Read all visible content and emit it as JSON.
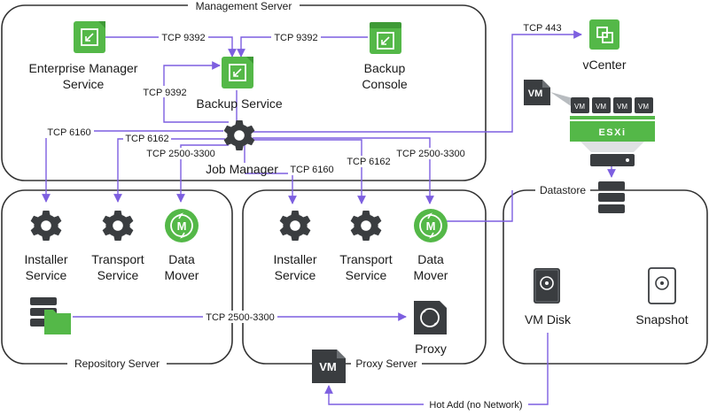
{
  "servers": {
    "management": "Management Server",
    "repository": "Repository Server",
    "proxy": "Proxy Server",
    "datastore": "Datastore"
  },
  "components": {
    "enterprise_manager": [
      "Enterprise Manager",
      "Service"
    ],
    "backup_console": [
      "Backup",
      "Console"
    ],
    "backup_service": "Backup Service",
    "job_manager": "Job Manager",
    "vcenter": "vCenter",
    "repo_installer": [
      "Installer",
      "Service"
    ],
    "repo_transport": [
      "Transport",
      "Service"
    ],
    "repo_data_mover": [
      "Data",
      "Mover"
    ],
    "proxy_installer": [
      "Installer",
      "Service"
    ],
    "proxy_transport": [
      "Transport",
      "Service"
    ],
    "proxy_data_mover": [
      "Data",
      "Mover"
    ],
    "proxy": "Proxy",
    "vm_disk": "VM Disk",
    "snapshot": "Snapshot"
  },
  "connections": {
    "em_to_backup": "TCP 9392",
    "console_to_backup": "TCP 9392",
    "backup_loop": "TCP 9392",
    "to_vcenter": "TCP 443",
    "repo_installer": "TCP 6160",
    "repo_transport": "TCP 6162",
    "repo_data_mover": "TCP 2500-3300",
    "proxy_installer": "TCP 6160",
    "proxy_transport": "TCP 6162",
    "proxy_data_mover": "TCP 2500-3300",
    "repo_to_proxy": "TCP 2500-3300",
    "hot_add": "Hot Add (no Network)"
  },
  "host": {
    "vm_label": "VM",
    "small_vm_label": "VM",
    "esxi_label": "ESXi"
  },
  "colors": {
    "accent_green": "#54b848",
    "line_purple": "#7d5fe0",
    "dark_icon": "#3a3d40"
  }
}
